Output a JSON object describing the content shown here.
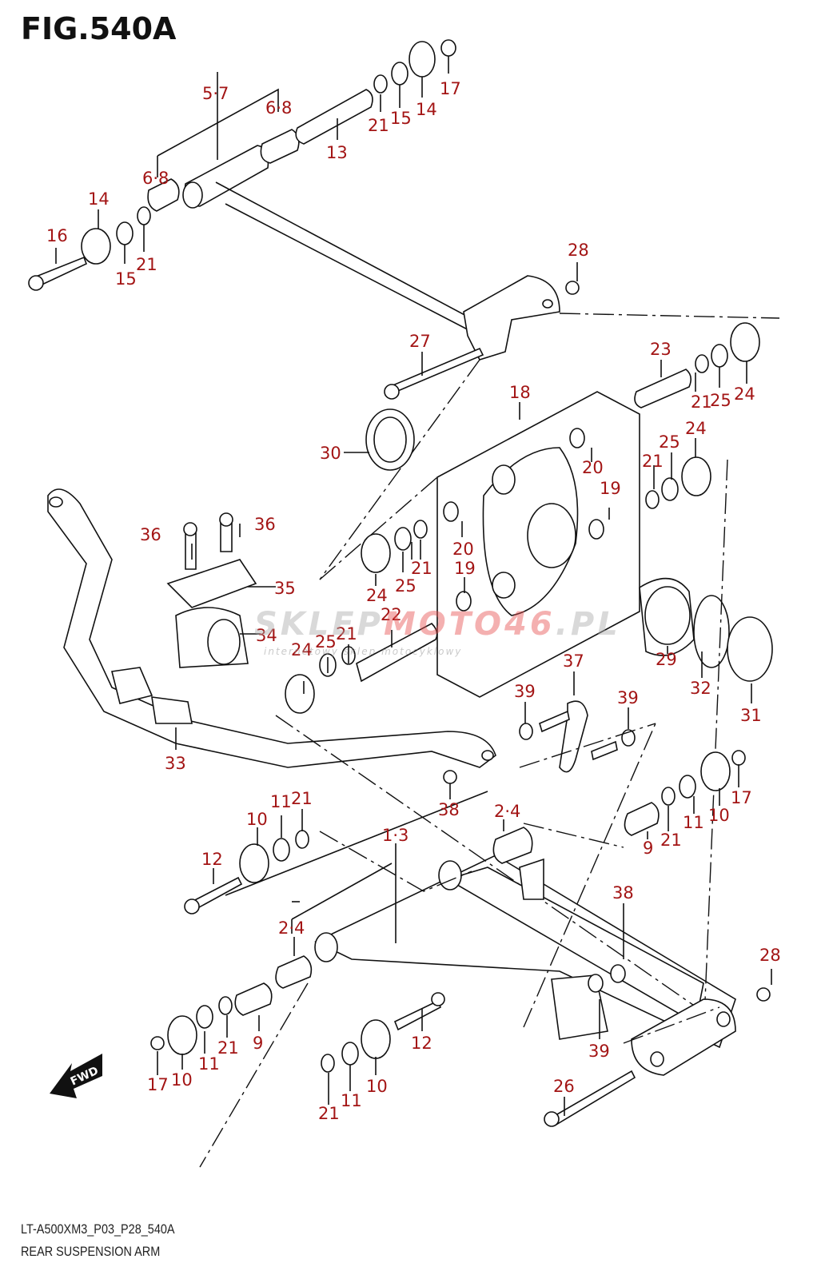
{
  "figure": {
    "title": "FIG.540A",
    "code": "LT-A500XM3_P03_P28_540A",
    "name": "REAR SUSPENSION ARM"
  },
  "watermark": {
    "brand_left": "SKLEP",
    "brand_right": "MOTO46",
    "domain": ".PL",
    "tagline": "internetowy sklep motocyklowy"
  },
  "fwd_badge": "FWD",
  "colors": {
    "label": "#a31515",
    "line": "#111111"
  },
  "callouts": [
    "5·7",
    "6·8",
    "6·8",
    "13",
    "21",
    "15",
    "14",
    "17",
    "14",
    "16",
    "15",
    "21",
    "28",
    "27",
    "23",
    "21",
    "25",
    "24",
    "18",
    "30",
    "20",
    "25",
    "24",
    "21",
    "19",
    "20",
    "21",
    "25",
    "24",
    "19",
    "36",
    "36",
    "35",
    "34",
    "22",
    "21",
    "25",
    "24",
    "29",
    "32",
    "31",
    "37",
    "39",
    "39",
    "33",
    "38",
    "17",
    "10",
    "11",
    "21",
    "9",
    "2·4",
    "1·3",
    "10",
    "11",
    "21",
    "12",
    "38",
    "2·4",
    "9",
    "21",
    "11",
    "10",
    "12",
    "17",
    "21",
    "11",
    "10",
    "39",
    "28",
    "26"
  ]
}
